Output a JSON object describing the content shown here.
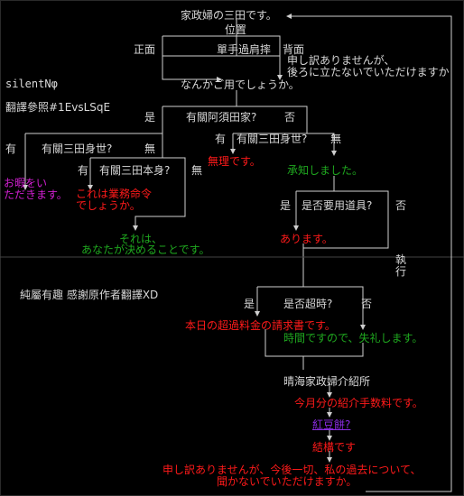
{
  "colors": {
    "white": "#d8d8d8",
    "red": "#ff1a1a",
    "green": "#1fa81f",
    "magenta": "#d21fd2",
    "purple": "#8a2be2",
    "line": "#cfcfcf"
  },
  "nodes": {
    "top": "家政婦の三田です。",
    "position": "位置",
    "front": "正面",
    "single_shoulder": "單手過肩摔",
    "back": "背面",
    "sorry_line1": "申し訳ありませんが、",
    "sorry_line2": "後ろに立たないでいただけますか",
    "what_need": "なんかご用でしょうか。",
    "yes1": "是",
    "no1": "否",
    "asuda": "有關阿須田家?",
    "has_l": "有",
    "mita_life_l": "有關三田身世?",
    "none_l": "無",
    "has_m": "有",
    "mita_life_r": "有關三田身世?",
    "none_m": "無",
    "mita_self": "有關三田本身?",
    "none_r": "無",
    "off_line1": "お暇をい",
    "off_line2": "ただきます。",
    "order_line1": "これは業務命令",
    "order_line2": "でしょうか。",
    "impossible": "無理です。",
    "understood": "承知しました。",
    "tools": "是否要用道具?",
    "yes_tools": "是",
    "no_tools": "否",
    "have_it": "あります。",
    "decide_line1": "それは、",
    "decide_line2": "あなたが決めることです。",
    "execute1": "執",
    "execute2": "行",
    "overtime": "是否超時?",
    "yes_ot": "是",
    "no_ot": "否",
    "overtime_bill": "本日の超過料金の請求書です。",
    "time_up": "時間ですので、失礼します。",
    "agency": "晴海家政婦介紹所",
    "agency_fee": "今月分の紹介手数料です。",
    "red_bean": "紅豆餅?",
    "fine": "結構です",
    "final_line1": "申し訳ありませんが、今後一切、私の過去について、",
    "final_line2": "聞かないでいただけますか。"
  },
  "notes": {
    "silent": "silentNφ",
    "ref": "翻譯參照#1EvsLSqE",
    "credit": "純屬有趣 感謝原作者翻譯XD"
  }
}
